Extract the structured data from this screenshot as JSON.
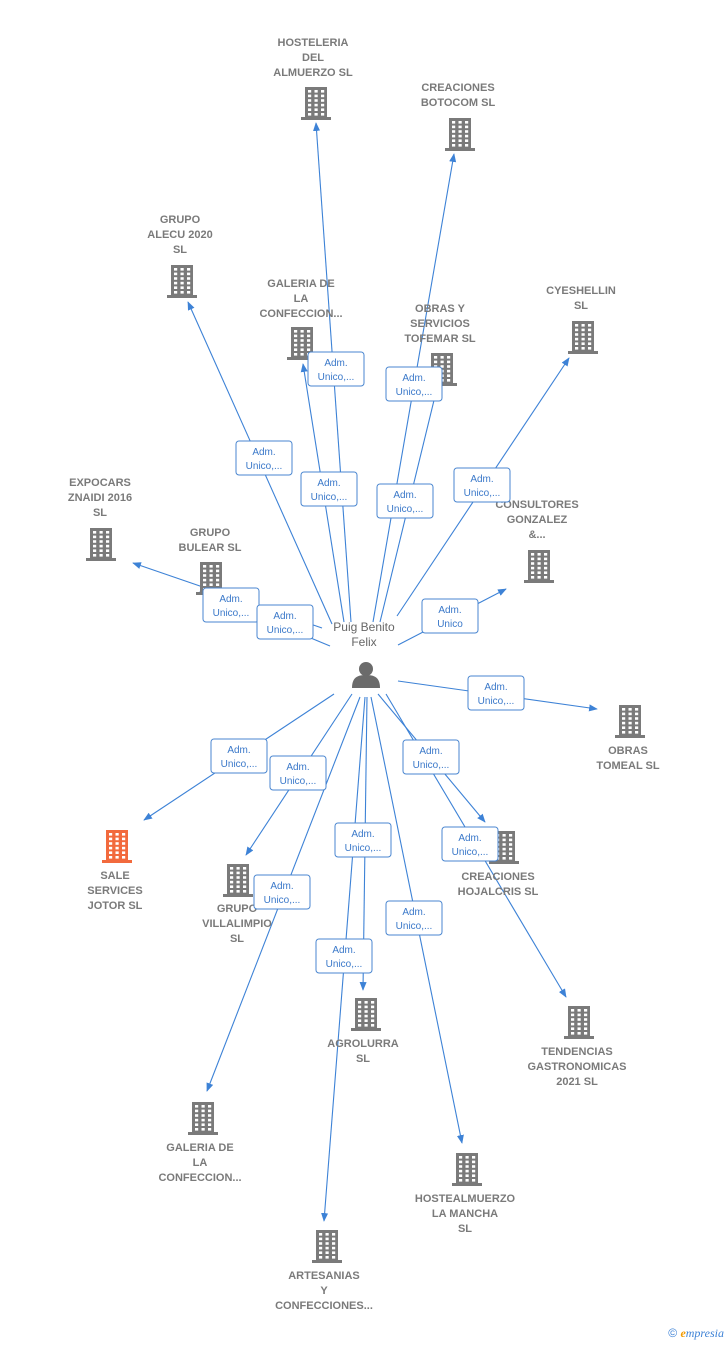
{
  "colors": {
    "edge": "#3d82d6",
    "company": "#7a7a7a",
    "highlight": "#f26a3d",
    "person": "#6b6b6b"
  },
  "center": {
    "name": [
      "Puig Benito",
      "Felix"
    ]
  },
  "nodes": [
    {
      "id": "hosteleria",
      "label": [
        "HOSTELERIA",
        "DEL",
        "ALMUERZO  SL"
      ],
      "role": "Adm. Unico,...",
      "highlight": false
    },
    {
      "id": "creaciones-botocom",
      "label": [
        "CREACIONES",
        "BOTOCOM  SL"
      ],
      "role": "Adm. Unico,...",
      "highlight": false
    },
    {
      "id": "grupo-alecu",
      "label": [
        "GRUPO",
        "ALECU 2020",
        "SL"
      ],
      "role": "Adm. Unico,...",
      "highlight": false
    },
    {
      "id": "galeria-top",
      "label": [
        "GALERIA DE",
        "LA",
        "CONFECCION..."
      ],
      "role": "Adm. Unico,...",
      "highlight": false
    },
    {
      "id": "obras-servicios",
      "label": [
        "OBRAS Y",
        "SERVICIOS",
        "TOFEMAR  SL"
      ],
      "role": "Adm. Unico,...",
      "highlight": false
    },
    {
      "id": "cyeshellin",
      "label": [
        "CYESHELLIN",
        "SL"
      ],
      "role": "Adm. Unico,...",
      "highlight": false
    },
    {
      "id": "expocars",
      "label": [
        "EXPOCARS",
        "ZNAIDI 2016",
        "SL"
      ],
      "role": "Adm. Unico,...",
      "highlight": false
    },
    {
      "id": "grupo-bulear",
      "label": [
        "GRUPO",
        "BULEAR  SL"
      ],
      "role": "Adm. Unico,...",
      "highlight": false
    },
    {
      "id": "consultores",
      "label": [
        "CONSULTORES",
        "GONZALEZ",
        "&..."
      ],
      "role": "Adm. Unico",
      "highlight": false
    },
    {
      "id": "obras-tomeal",
      "label": [
        "OBRAS",
        "TOMEAL SL"
      ],
      "role": "Adm. Unico,...",
      "highlight": false
    },
    {
      "id": "sale-services",
      "label": [
        "SALE",
        "SERVICES",
        "JOTOR  SL"
      ],
      "role": "Adm. Unico,...",
      "highlight": true
    },
    {
      "id": "grupo-villalimpio",
      "label": [
        "GRUPO",
        "VILLALIMPIO",
        "SL"
      ],
      "role": "Adm. Unico,...",
      "highlight": false
    },
    {
      "id": "creaciones-hojalcris",
      "label": [
        "CREACIONES",
        "HOJALCRIS  SL"
      ],
      "role": "Adm. Unico,...",
      "highlight": false
    },
    {
      "id": "tendencias",
      "label": [
        "TENDENCIAS",
        "GASTRONOMICAS",
        "2021  SL"
      ],
      "role": "Adm. Unico,...",
      "highlight": false
    },
    {
      "id": "agrolurra",
      "label": [
        "AGROLURRA",
        "SL"
      ],
      "role": "Adm. Unico,...",
      "highlight": false
    },
    {
      "id": "galeria-bottom",
      "label": [
        "GALERIA DE",
        "LA",
        "CONFECCION..."
      ],
      "role": "Adm. Unico,...",
      "highlight": false
    },
    {
      "id": "hostealmuerzo",
      "label": [
        "HOSTEALMUERZO",
        "LA MANCHA",
        "SL"
      ],
      "role": "Adm. Unico,...",
      "highlight": false
    },
    {
      "id": "artesanias",
      "label": [
        "ARTESANIAS",
        "Y",
        "CONFECCIONES..."
      ],
      "role": "Adm. Unico,...",
      "highlight": false
    }
  ],
  "footer": {
    "copyright": "©",
    "brand_first": "e",
    "brand_rest": "mpresia"
  }
}
